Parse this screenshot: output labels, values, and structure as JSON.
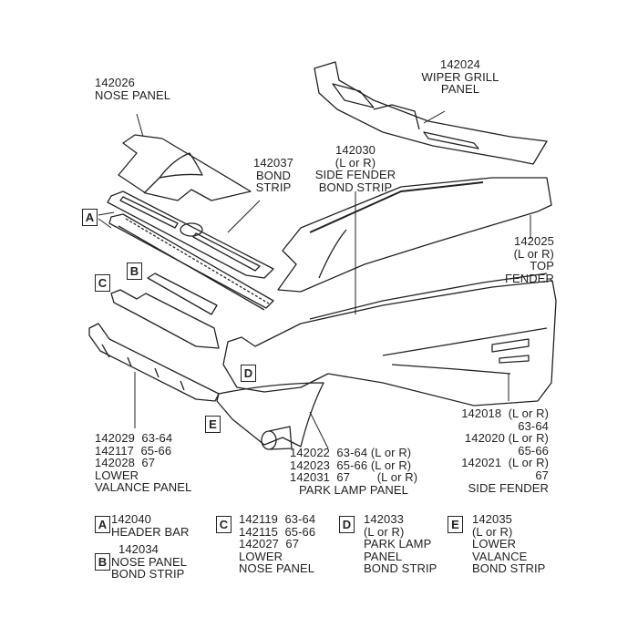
{
  "callouts": {
    "nose_panel": [
      "142026",
      "NOSE PANEL"
    ],
    "wiper_grill": [
      "142024",
      "WIPER GRILL",
      "PANEL"
    ],
    "bond_strip": [
      "142037",
      "BOND",
      "STRIP"
    ],
    "side_fender_bond_strip": [
      "142030",
      "(L or R)",
      "SIDE FENDER",
      "BOND STRIP"
    ],
    "top_fender": [
      "142025",
      "(L or R)",
      "TOP",
      "FENDER"
    ],
    "lower_valance": [
      "142029  63-64",
      "142117  65-66",
      "142028  67",
      "LOWER",
      "VALANCE PANEL"
    ],
    "park_lamp": [
      "142022  63-64 (L or R)",
      "142023  65-66 (L or R)",
      "142031  67        (L or R)",
      "PARK LAMP PANEL"
    ],
    "side_fender": [
      "142018  (L or R)",
      "63-64",
      "142020 (L or R)",
      "65-66",
      "142021  (L or R)",
      "67",
      "SIDE FENDER"
    ]
  },
  "markers": {
    "a": "A",
    "b": "B",
    "c": "C",
    "d": "D",
    "e": "E"
  },
  "legend": {
    "a": [
      "142040",
      "HEADER BAR"
    ],
    "b": [
      "142034",
      "NOSE PANEL",
      "BOND STRIP"
    ],
    "c": [
      "142119  63-64",
      "142115  65-66",
      "142027  67",
      "LOWER",
      "NOSE PANEL"
    ],
    "d": [
      "142033",
      "(L or R)",
      "PARK LAMP",
      "PANEL",
      "BOND STRIP"
    ],
    "e": [
      "142035",
      "(L or R)",
      "LOWER",
      "VALANCE",
      "BOND STRIP"
    ]
  }
}
